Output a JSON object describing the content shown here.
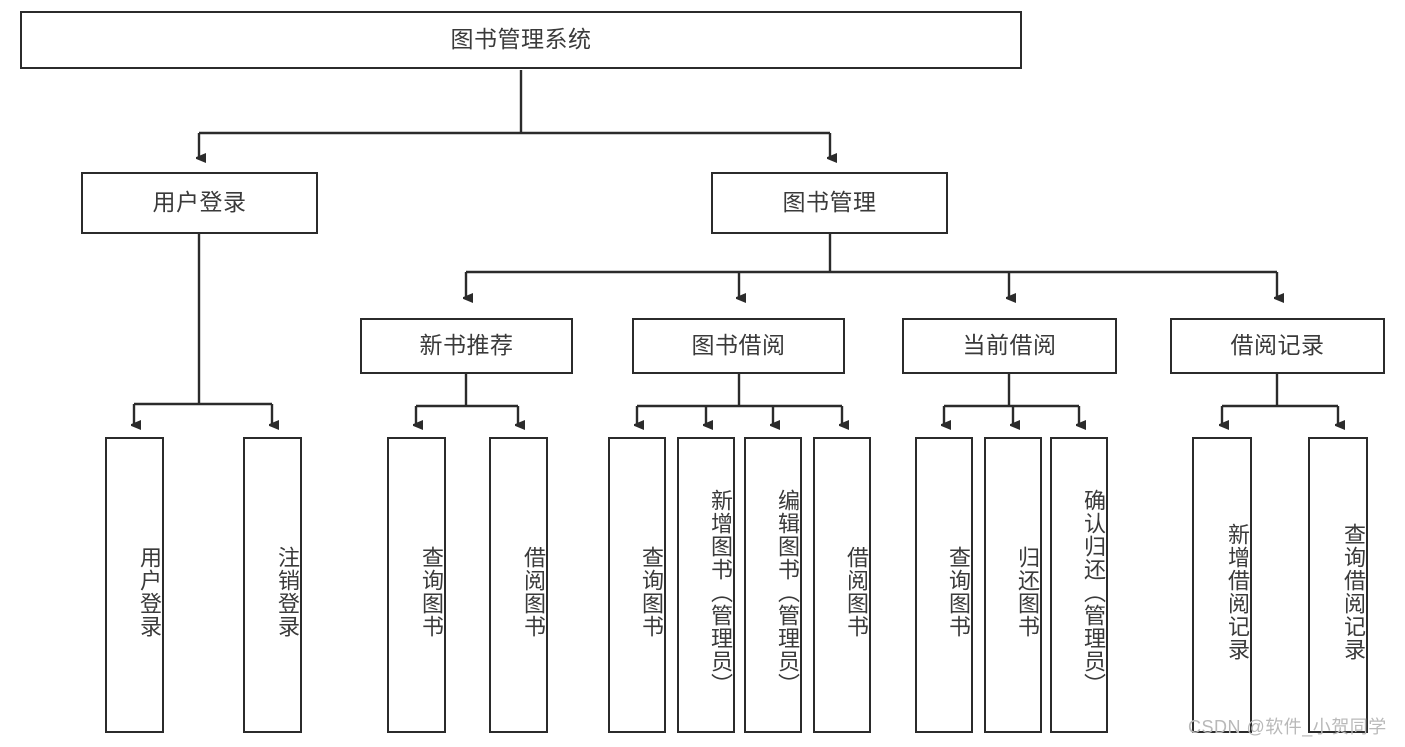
{
  "diagram": {
    "type": "tree",
    "title": "图书管理系统",
    "root": {
      "id": "root",
      "label": "图书管理系统"
    },
    "level1": [
      {
        "id": "user-login",
        "label": "用户登录"
      },
      {
        "id": "book-manage",
        "label": "图书管理"
      }
    ],
    "level2": [
      {
        "id": "new-book-recommend",
        "label": "新书推荐",
        "parent": "book-manage"
      },
      {
        "id": "book-borrow",
        "label": "图书借阅",
        "parent": "book-manage"
      },
      {
        "id": "current-borrow",
        "label": "当前借阅",
        "parent": "book-manage"
      },
      {
        "id": "borrow-record",
        "label": "借阅记录",
        "parent": "book-manage"
      }
    ],
    "leaves": {
      "user_login": [
        {
          "id": "leaf-user-login",
          "label": "用户登录"
        },
        {
          "id": "leaf-user-logout",
          "label": "注销登录"
        }
      ],
      "new_book_recommend": [
        {
          "id": "leaf-query-book-1",
          "label": "查询图书"
        },
        {
          "id": "leaf-borrow-book-1",
          "label": "借阅图书"
        }
      ],
      "book_borrow": [
        {
          "id": "leaf-query-book-2",
          "label": "查询图书"
        },
        {
          "id": "leaf-add-book",
          "label": "新增图书（管理员）"
        },
        {
          "id": "leaf-edit-book",
          "label": "编辑图书（管理员）"
        },
        {
          "id": "leaf-borrow-book-2",
          "label": "借阅图书"
        }
      ],
      "current_borrow": [
        {
          "id": "leaf-query-book-3",
          "label": "查询图书"
        },
        {
          "id": "leaf-return-book",
          "label": "归还图书"
        },
        {
          "id": "leaf-confirm-return",
          "label": "确认归还（管理员）"
        }
      ],
      "borrow_record": [
        {
          "id": "leaf-add-record",
          "label": "新增借阅记录"
        },
        {
          "id": "leaf-query-record",
          "label": "查询借阅记录"
        }
      ]
    }
  },
  "watermark": {
    "text": "CSDN @软件_小贺同学"
  },
  "colors": {
    "stroke": "#2b2b2b",
    "text": "#3a3a3a",
    "background": "#ffffff",
    "watermark": "#b9b9b9"
  }
}
